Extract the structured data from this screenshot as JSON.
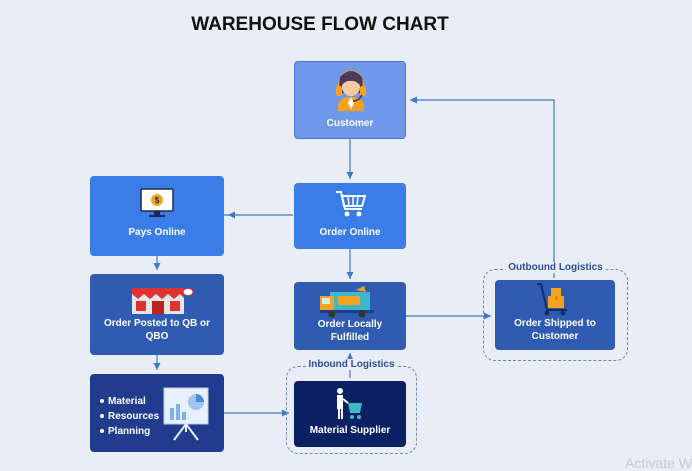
{
  "title": "WAREHOUSE FLOW CHART",
  "nodes": {
    "customer": "Customer",
    "order_online": "Order Online",
    "pays_online": "Pays Online",
    "order_posted": "Order Posted to QB or QBO",
    "planning": [
      "Material",
      "Resources",
      "Planning"
    ],
    "order_fulfilled": "Order Locally Fulfilled",
    "material_supplier": "Material Supplier",
    "order_shipped": "Order Shipped to Customer"
  },
  "groups": {
    "outbound": "Outbound Logistics",
    "inbound": "Inbound Logistics"
  },
  "watermark": "Activate W",
  "colors": {
    "light_blue": "#6f98ea",
    "mid_blue": "#3a7de8",
    "dark_blue": "#2f5bb3",
    "navy": "#0c2064",
    "arrow": "#3f7ac9"
  }
}
